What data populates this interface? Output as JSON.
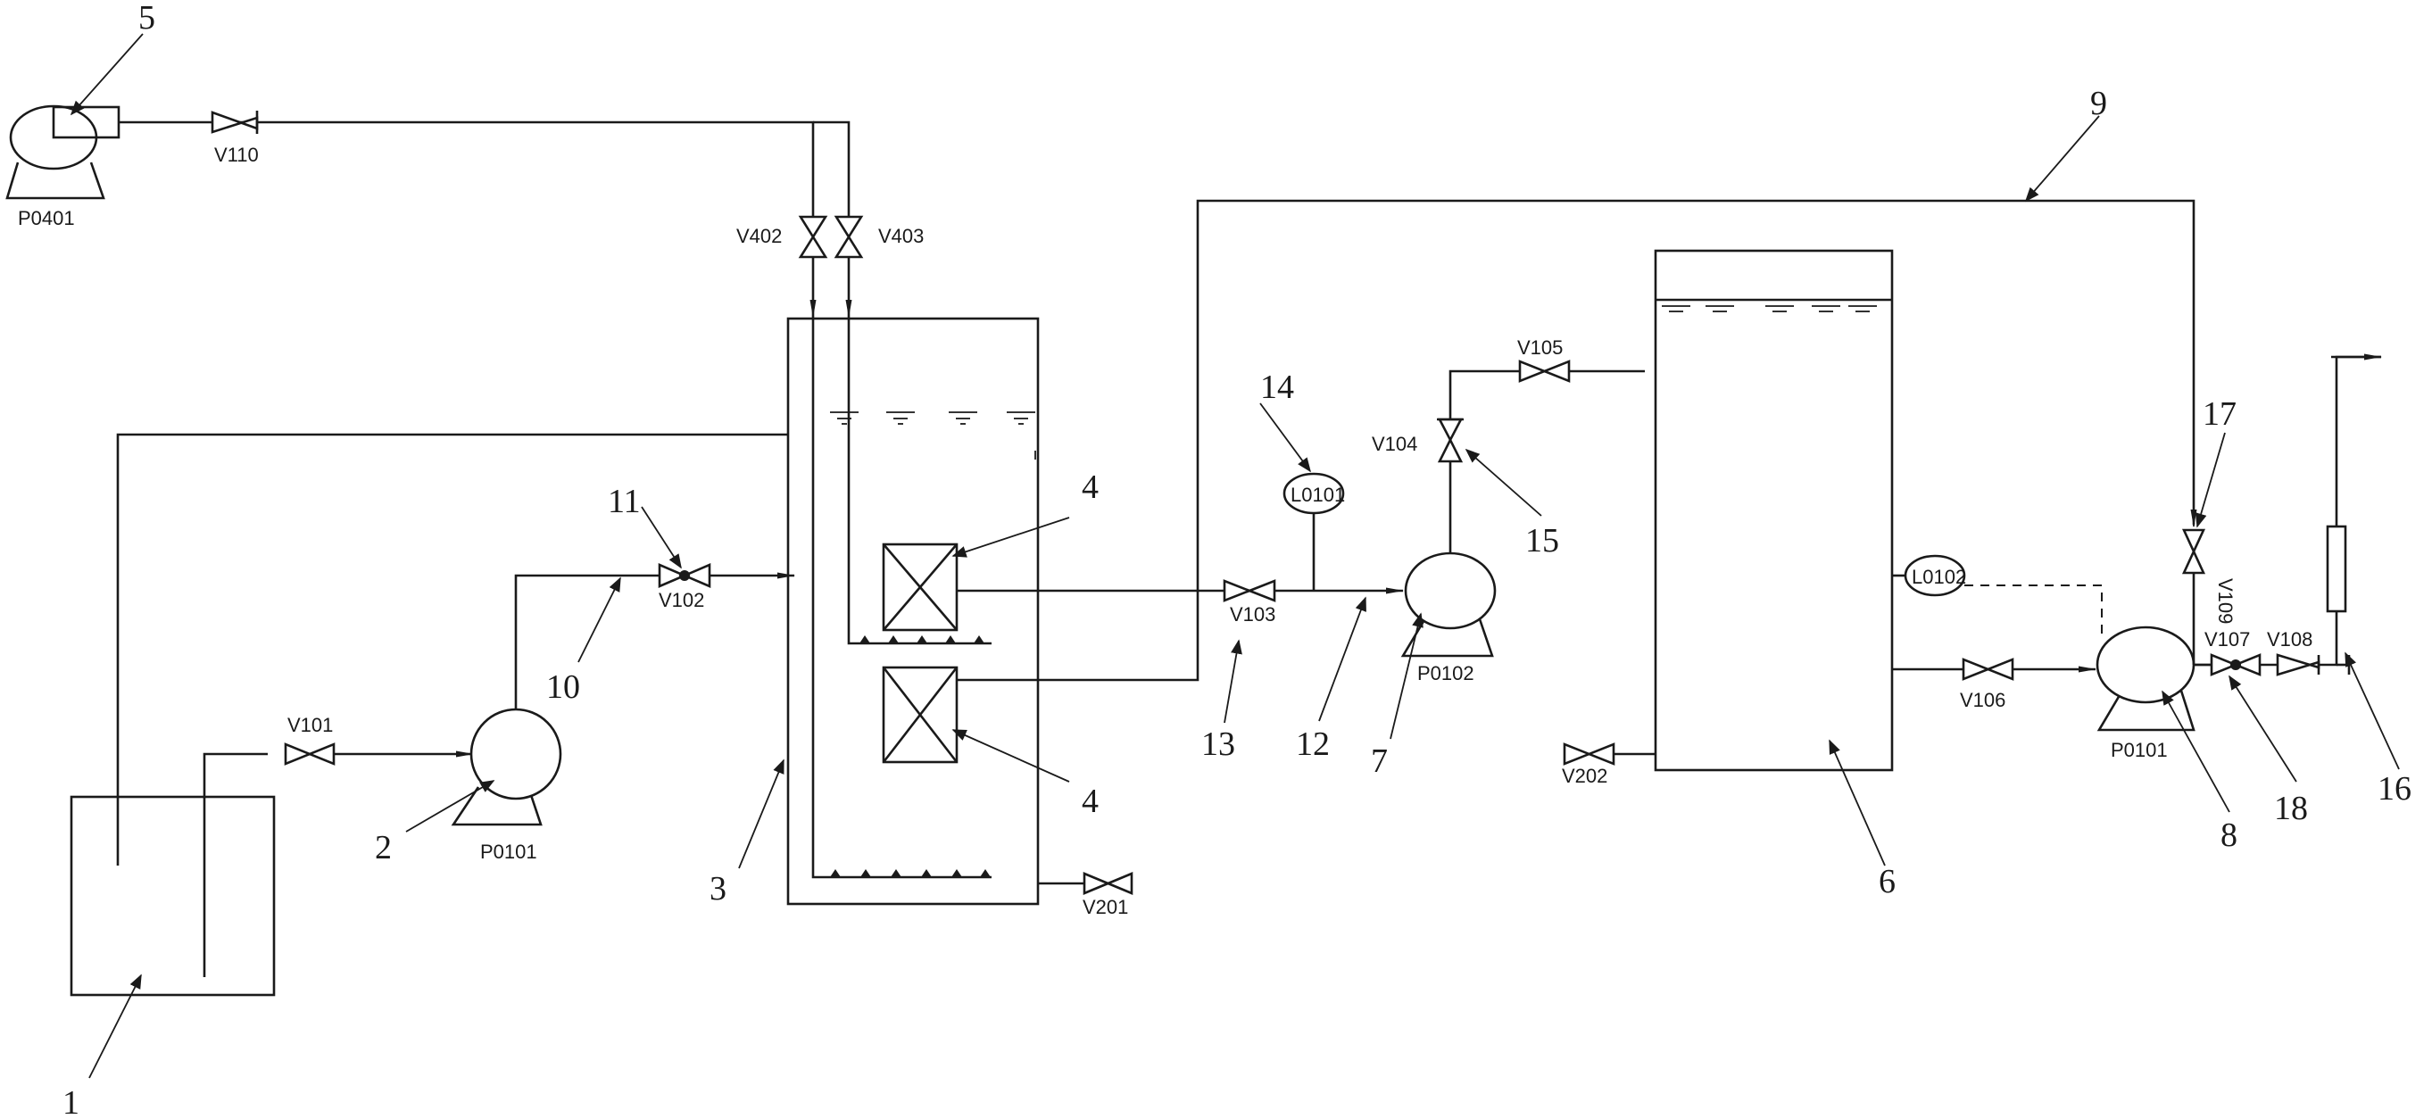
{
  "pump_tags": {
    "air_pump": "P0401",
    "feed_pump": "P0101",
    "transfer_pump": "P0102",
    "discharge_pump": "P0101"
  },
  "valve_tags": {
    "v110": "V110",
    "v402": "V402",
    "v403": "V403",
    "v101": "V101",
    "v102": "V102",
    "v201": "V201",
    "v103": "V103",
    "v104": "V104",
    "v105": "V105",
    "v202": "V202",
    "v106": "V106",
    "v107": "V107",
    "v108": "V108",
    "v109": "V109"
  },
  "level_tags": {
    "l0101": "L0101",
    "l0102": "L0102"
  },
  "callouts": {
    "n1": "1",
    "n2": "2",
    "n3": "3",
    "n4a": "4",
    "n4b": "4",
    "n5": "5",
    "n6": "6",
    "n7": "7",
    "n8": "8",
    "n9": "9",
    "n10": "10",
    "n11": "11",
    "n12": "12",
    "n13": "13",
    "n14": "14",
    "n15": "15",
    "n16": "16",
    "n17": "17",
    "n18": "18"
  }
}
